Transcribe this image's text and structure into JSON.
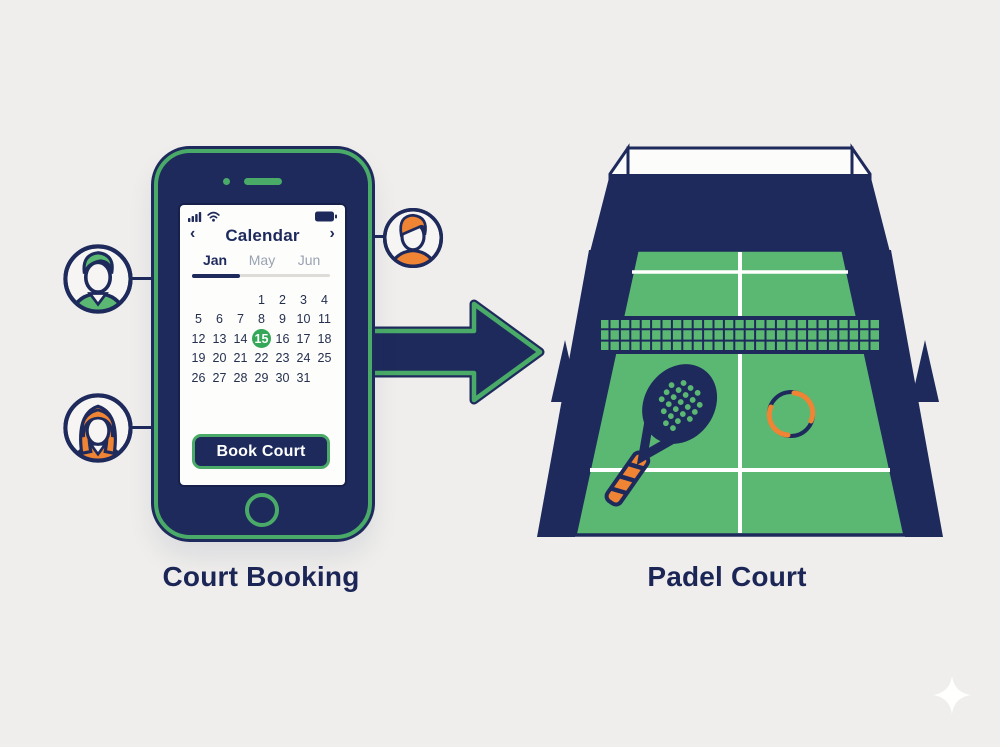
{
  "colors": {
    "navy": "#1e2a5c",
    "court_green": "#5ab872",
    "outline_green": "#4aab68",
    "selected_green": "#35a759",
    "orange": "#ee8434",
    "background": "#efeeec",
    "inactive_tab": "#9aa3b2"
  },
  "left_panel": {
    "caption": "Court Booking",
    "avatars": [
      {
        "icon": "user-avatar-green-man-icon",
        "position": "top-left"
      },
      {
        "icon": "user-avatar-orange-woman-icon",
        "position": "bottom-left"
      },
      {
        "icon": "user-avatar-orange-man-icon",
        "position": "top-right"
      }
    ],
    "phone": {
      "status_bar": {
        "signal_icon": "signal-bars-icon",
        "wifi_icon": "wifi-icon",
        "battery_icon": "battery-icon"
      },
      "header": {
        "title": "Calendar",
        "prev": "‹",
        "next": "›"
      },
      "tabs": [
        {
          "label": "Jan",
          "active": true
        },
        {
          "label": "May",
          "active": false
        },
        {
          "label": "Jun",
          "active": false
        }
      ],
      "calendar": {
        "selected_day": "15",
        "weeks": [
          [
            "",
            "",
            "",
            "1",
            "2",
            "3",
            "4"
          ],
          [
            "5",
            "6",
            "7",
            "8",
            "9",
            "10",
            "11"
          ],
          [
            "12",
            "13",
            "14",
            "15",
            "16",
            "17",
            "18"
          ],
          [
            "19",
            "20",
            "21",
            "22",
            "23",
            "24",
            "25"
          ],
          [
            "26",
            "27",
            "28",
            "29",
            "30",
            "31",
            ""
          ]
        ]
      },
      "book_button": "Book Court",
      "home_button_icon": "home-button-ring-icon"
    }
  },
  "arrow": {
    "icon": "right-arrow-icon"
  },
  "right_panel": {
    "caption": "Padel Court",
    "elements": [
      "court-fence-icon",
      "court-net-icon",
      "padel-racket-icon",
      "padel-ball-icon"
    ]
  },
  "sparkle_icon": "sparkle-icon"
}
